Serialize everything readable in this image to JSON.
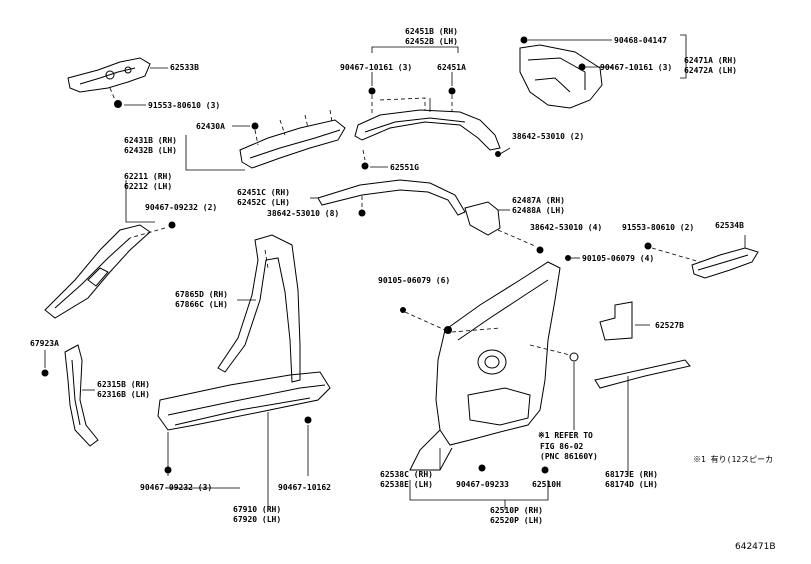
{
  "labels": {
    "p62533b": "62533B",
    "p91553_80610_3": "91553-80610 (3)",
    "p62451b_rh": "62451B (RH)",
    "p62452b_lh": "62452B (LH)",
    "p90467_10161_3a": "90467-10161 (3)",
    "p62451a": "62451A",
    "p90468_04147": "90468-04147",
    "p90467_10161_3b": "90467-10161 (3)",
    "p62471a_rh": "62471A (RH)",
    "p62472a_lh": "62472A (LH)",
    "p62430a": "62430A",
    "p62431b_rh": "62431B (RH)",
    "p62432b_lh": "62432B (LH)",
    "p38642_53010_2": "38642-53010 (2)",
    "p62551g": "62551G",
    "p62211_rh": "62211 (RH)",
    "p62212_lh": "62212 (LH)",
    "p90467_09232_2": "90467-09232 (2)",
    "p62451c_rh": "62451C (RH)",
    "p62452c_lh": "62452C (LH)",
    "p38642_53010_8": "38642-53010 (8)",
    "p62487a_rh": "62487A (RH)",
    "p62488a_lh": "62488A (LH)",
    "p38642_53010_4": "38642-53010 (4)",
    "p91553_80610_2": "91553-80610 (2)",
    "p62534b": "62534B",
    "p90105_06079_4": "90105-06079 (4)",
    "p90105_06079_6": "90105-06079 (6)",
    "p67865d_rh": "67865D (RH)",
    "p67866c_lh": "67866C (LH)",
    "p62527b": "62527B",
    "p67923a": "67923A",
    "p62315b_rh": "62315B (RH)",
    "p62316b_lh": "62316B (LH)",
    "p_refer1": "※1 REFER TO",
    "p_refer2": "FIG 86-02",
    "p_refer3": "(PNC 86160Y)",
    "p_note": "※1 有り(12スピーカ",
    "p62538c_rh": "62538C (RH)",
    "p62538e_lh": "62538E (LH)",
    "p90467_09233": "90467-09233",
    "p62510h": "62510H",
    "p68173e_rh": "68173E (RH)",
    "p68174d_lh": "68174D (LH)",
    "p90467_09232_3": "90467-09232 (3)",
    "p90467_10162": "90467-10162",
    "p67910_rh": "67910 (RH)",
    "p67920_lh": "67920 (LH)",
    "p62510p_rh": "62510P (RH)",
    "p62520p_lh": "62520P (LH)",
    "p_figure_id": "642471B"
  }
}
